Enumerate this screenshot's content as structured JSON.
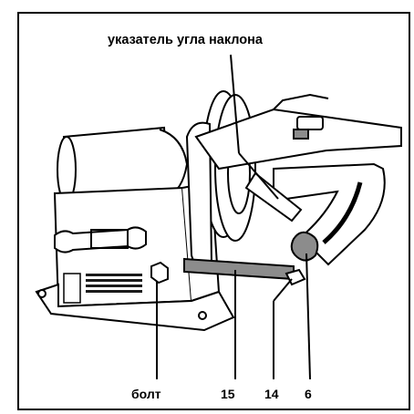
{
  "labels": {
    "tilt_indicator": "указатель угла наклона",
    "bolt": "болт",
    "part_15": "15",
    "part_14": "14",
    "part_6": "6"
  },
  "colors": {
    "frame": "#000000",
    "line": "#000000",
    "fill_light": "#ffffff",
    "fill_grey": "#8c8c8c",
    "fill_dark": "#1a1a1a"
  }
}
